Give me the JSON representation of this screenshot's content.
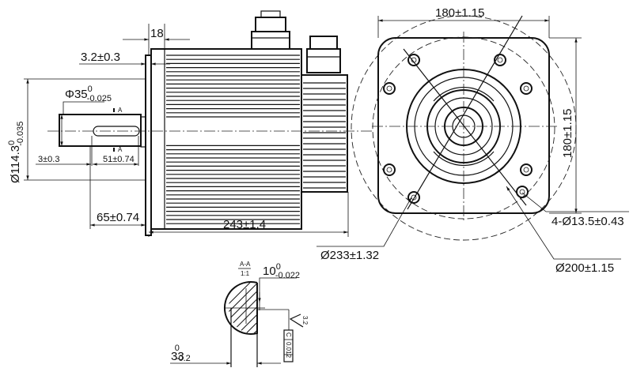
{
  "drawing": {
    "side_view": {
      "flange_thickness": "18",
      "flange_step": "3.2±0.3",
      "shaft_diameter": {
        "base": "Φ35",
        "upper": "0",
        "lower": "-0.025"
      },
      "spigot_diameter": {
        "base": "Ø114.3",
        "upper": "0",
        "lower": "-0.035"
      },
      "key_offset": "3±0.3",
      "key_length": "51±0.74",
      "shaft_length": "65±0.74",
      "body_length": "243±1.4",
      "section_mark": "A"
    },
    "front_view": {
      "flange_width": "180±1.15",
      "flange_height": "180±1.15",
      "mounting_holes": "4-Ø13.5±0.43",
      "outer_circle": "Ø233±1.32",
      "bolt_circle": "Ø200±1.15"
    },
    "section_view": {
      "title": "A-A",
      "scale": "1:1",
      "key_width": {
        "base": "10",
        "upper": "0",
        "lower": "-0.022"
      },
      "key_height": {
        "base": "33",
        "upper": "0",
        "lower": "-0.2"
      },
      "roughness": "3.2",
      "tolerance_value": "0.012",
      "tolerance_datum": "C"
    }
  }
}
